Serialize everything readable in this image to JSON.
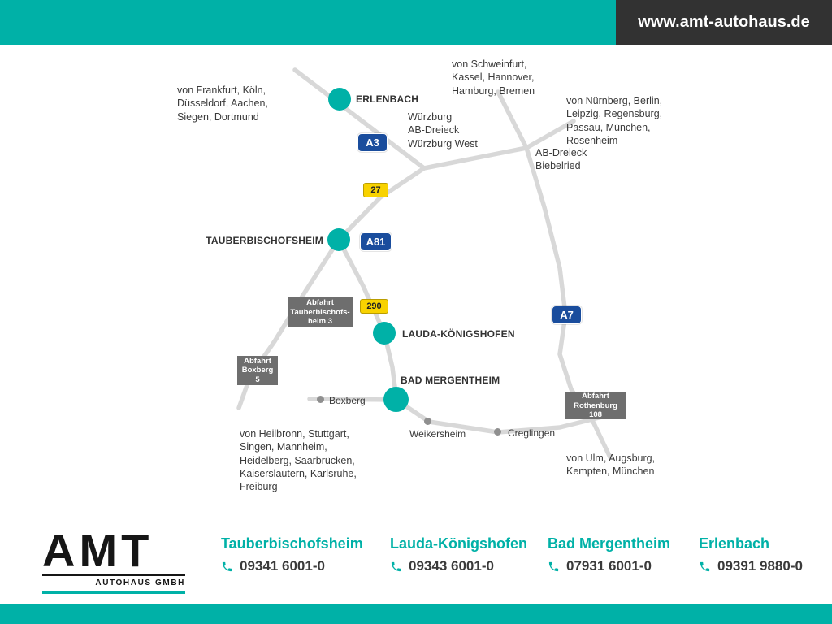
{
  "header": {
    "website": "www.amt-autohaus.de"
  },
  "map": {
    "directions": {
      "frankfurt": "von Frankfurt, Köln,\nDüsseldorf, Aachen,\nSiegen, Dortmund",
      "schweinfurt": "von Schweinfurt,\nKassel, Hannover,\nHamburg, Bremen",
      "nuernberg": "von Nürnberg, Berlin,\nLeipzig, Regensburg,\nPassau, München,\nRosenheim",
      "heilbronn": "von Heilbronn, Stuttgart,\nSingen, Mannheim,\nHeidelberg, Saarbrücken,\nKaiserslautern, Karlsruhe,\nFreiburg",
      "ulm": "von Ulm, Augsburg,\nKempten, München"
    },
    "junctions": {
      "wuerzburg": "Würzburg\nAB-Dreieck\nWürzburg West",
      "biebelried": "AB-Dreieck\nBiebelried"
    },
    "locations": {
      "erlenbach": "ERLENBACH",
      "tauberbischofsheim": "TAUBERBISCHOFSHEIM",
      "lauda": "LAUDA-KÖNIGSHOFEN",
      "bad_mergentheim": "BAD MERGENTHEIM"
    },
    "badges": {
      "a3": "A3",
      "a81": "A81",
      "a7": "A7",
      "b27": "27",
      "b290": "290"
    },
    "exits": {
      "tauberbischofsheim": "Abfahrt\nTauberbischofs-\nheim 3",
      "boxberg": "Abfahrt\nBoxberg\n5",
      "rothenburg": "Abfahrt\nRothenburg\n108"
    },
    "towns": {
      "boxberg": "Boxberg",
      "weikersheim": "Weikersheim",
      "creglingen": "Creglingen"
    }
  },
  "footer": {
    "logo": {
      "name": "AMT",
      "subtitle": "AUTOHAUS GMBH"
    },
    "branches": [
      {
        "city": "Tauberbischofsheim",
        "phone": "09341 6001-0"
      },
      {
        "city": "Lauda-Königshofen",
        "phone": "09343 6001-0"
      },
      {
        "city": "Bad Mergentheim",
        "phone": "07931 6001-0"
      },
      {
        "city": "Erlenbach",
        "phone": "09391 9880-0"
      }
    ]
  },
  "colors": {
    "teal": "#00b1a7",
    "autobahn_blue": "#1a4d9d",
    "bundesstrasse_yellow": "#f8d200",
    "exit_gray": "#6e6e6e"
  }
}
